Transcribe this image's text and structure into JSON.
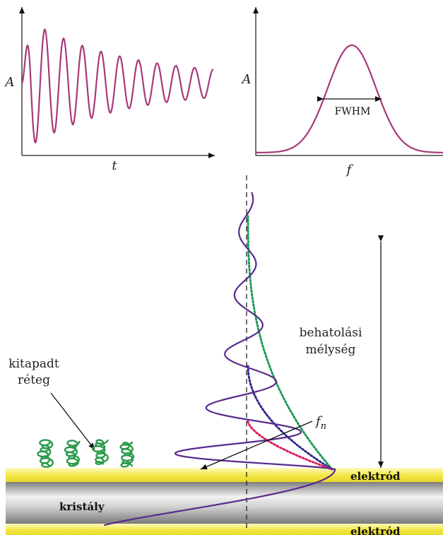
{
  "top_left_plot": {
    "x_label": "t",
    "y_label": "A"
  },
  "top_right_plot": {
    "x_label": "f",
    "y_label": "A",
    "width_label": "FWHM"
  },
  "labels": {
    "adsorbed_layer": [
      "kitapadt",
      "réteg"
    ],
    "penetration_depth": [
      "behatolási",
      "mélység"
    ],
    "overtone": "f",
    "overtone_sub": "n",
    "electrode_top": "elektród",
    "electrode_bottom": "elektród",
    "crystal": "kristály"
  },
  "colors": {
    "signal": "#a8397a",
    "wave": "#5b2a8e",
    "green_dots": "#1e9a5a",
    "blue_dots": "#2d2d8a",
    "red_dots": "#e02060",
    "electrode": "#f0e54a",
    "crystal": "#9a9a9a",
    "molecules": "#2a9a4a"
  }
}
